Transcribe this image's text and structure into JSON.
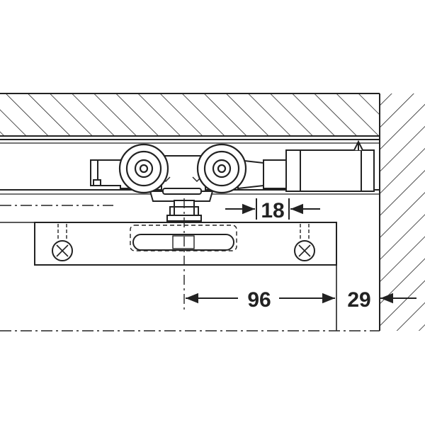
{
  "dimensions": {
    "roller_gap": "18",
    "offset_from_panel": "96",
    "wall_clearance": "29"
  },
  "colors": {
    "ink": "#222222",
    "fill_light": "#ffffff",
    "fill_mid": "#dddddd",
    "fill_dark": "#bbbbbb",
    "background": "#ffffff"
  }
}
